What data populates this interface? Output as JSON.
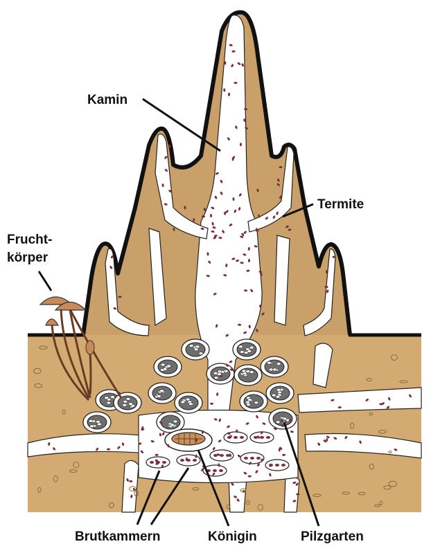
{
  "labels": {
    "kamin": "Kamin",
    "termite": "Termite",
    "frucht_line1": "Frucht-",
    "frucht_line2": "körper",
    "brutkammern": "Brutkammern",
    "koenigin": "Königin",
    "pilzgarten": "Pilzgarten"
  },
  "colors": {
    "mound": "#c9a06a",
    "soil": "#d2aa72",
    "tunnel": "#ffffff",
    "outline": "#111111",
    "termite": "#7a2e3a",
    "fungus_cap": "#c98a5a",
    "queen": "#c8915c"
  }
}
